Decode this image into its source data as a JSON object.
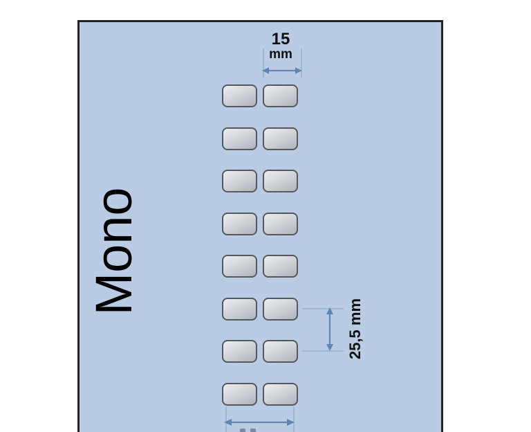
{
  "diagram": {
    "panel_label": "Mono",
    "grid": {
      "rows": 8,
      "columns": 2
    },
    "dimensions": {
      "button_width": {
        "value": "15",
        "unit": "mm"
      },
      "row_pitch": {
        "label": "25,5 mm"
      }
    }
  },
  "colors": {
    "panel_bg": "#b9cce4",
    "panel_border": "#232323",
    "button_face_light": "#eceef0",
    "button_face_dark": "#aeb4bb",
    "button_border": "#54575d",
    "dim_line": "#9db6d6",
    "dim_arrow": "#5f86b2",
    "dim_text": "#111111"
  }
}
